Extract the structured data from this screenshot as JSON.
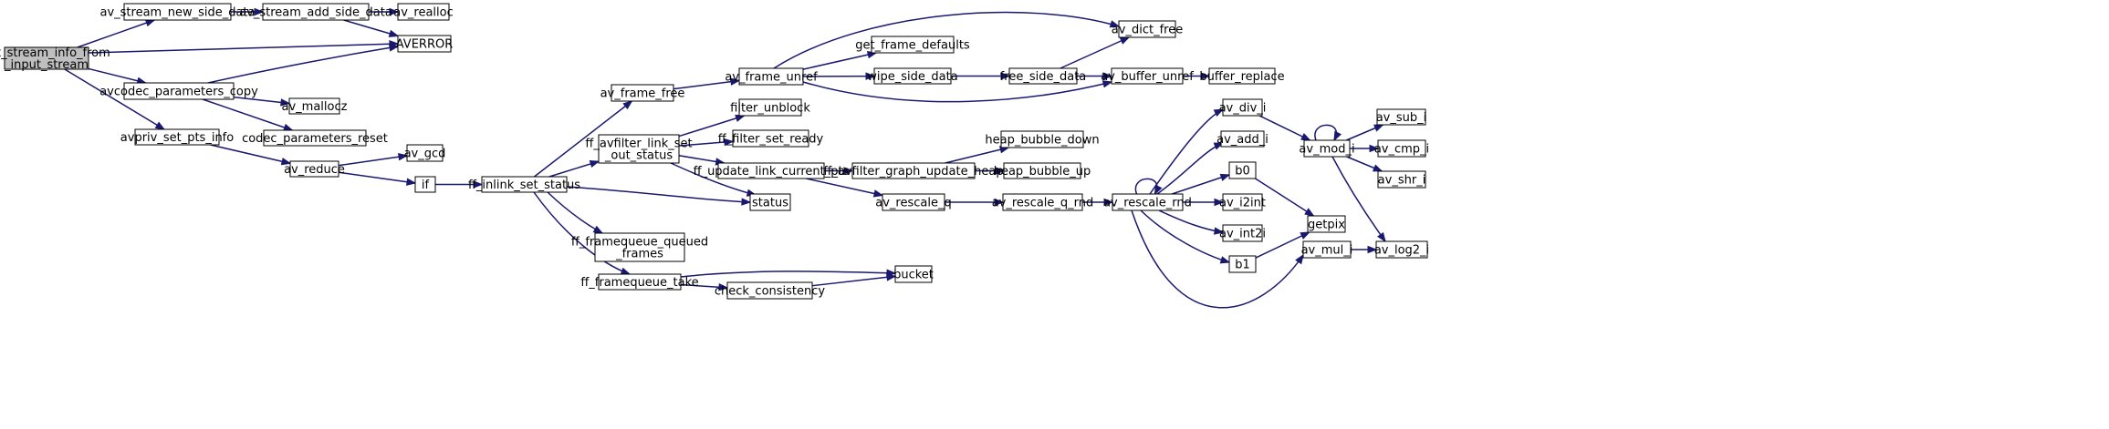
{
  "colors": {
    "edge": "#191970",
    "node_fill": "#ffffff",
    "root_fill": "#bfbfbf",
    "node_stroke": "#000000"
  },
  "nodes": [
    {
      "id": "set_stream_info",
      "lines": [
        "set_stream_info_from",
        "_input_stream"
      ],
      "root": true
    },
    {
      "id": "av_stream_new_side_data",
      "lines": [
        "av_stream_new_side_data"
      ]
    },
    {
      "id": "av_stream_add_side_data",
      "lines": [
        "av_stream_add_side_data"
      ]
    },
    {
      "id": "av_realloc",
      "lines": [
        "av_realloc"
      ]
    },
    {
      "id": "AVERROR",
      "lines": [
        "AVERROR"
      ]
    },
    {
      "id": "avcodec_parameters_copy",
      "lines": [
        "avcodec_parameters_copy"
      ]
    },
    {
      "id": "av_mallocz",
      "lines": [
        "av_mallocz"
      ]
    },
    {
      "id": "codec_parameters_reset",
      "lines": [
        "codec_parameters_reset"
      ]
    },
    {
      "id": "avpriv_set_pts_info",
      "lines": [
        "avpriv_set_pts_info"
      ]
    },
    {
      "id": "av_reduce",
      "lines": [
        "av_reduce"
      ]
    },
    {
      "id": "av_gcd",
      "lines": [
        "av_gcd"
      ]
    },
    {
      "id": "if",
      "lines": [
        "if"
      ]
    },
    {
      "id": "ff_inlink_set_status",
      "lines": [
        "ff_inlink_set_status"
      ]
    },
    {
      "id": "av_frame_free",
      "lines": [
        "av_frame_free"
      ]
    },
    {
      "id": "ff_avfilter_link_set_out_status",
      "lines": [
        "ff_avfilter_link_set",
        "_out_status"
      ]
    },
    {
      "id": "ff_framequeue_queued_frames",
      "lines": [
        "ff_framequeue_queued",
        "_frames"
      ]
    },
    {
      "id": "ff_framequeue_take",
      "lines": [
        "ff_framequeue_take"
      ]
    },
    {
      "id": "av_frame_unref",
      "lines": [
        "av_frame_unref"
      ]
    },
    {
      "id": "filter_unblock",
      "lines": [
        "filter_unblock"
      ]
    },
    {
      "id": "ff_filter_set_ready",
      "lines": [
        "ff_filter_set_ready"
      ]
    },
    {
      "id": "ff_update_link_current_pts",
      "lines": [
        "ff_update_link_current_pts"
      ]
    },
    {
      "id": "status",
      "lines": [
        "status"
      ]
    },
    {
      "id": "check_consistency",
      "lines": [
        "check_consistency"
      ]
    },
    {
      "id": "bucket",
      "lines": [
        "bucket"
      ]
    },
    {
      "id": "get_frame_defaults",
      "lines": [
        "get_frame_defaults"
      ]
    },
    {
      "id": "wipe_side_data",
      "lines": [
        "wipe_side_data"
      ]
    },
    {
      "id": "free_side_data",
      "lines": [
        "free_side_data"
      ]
    },
    {
      "id": "av_dict_free",
      "lines": [
        "av_dict_free"
      ]
    },
    {
      "id": "av_buffer_unref",
      "lines": [
        "av_buffer_unref"
      ]
    },
    {
      "id": "buffer_replace",
      "lines": [
        "buffer_replace"
      ]
    },
    {
      "id": "ff_avfilter_graph_update_heap",
      "lines": [
        "ff_avfilter_graph_update_heap"
      ]
    },
    {
      "id": "heap_bubble_down",
      "lines": [
        "heap_bubble_down"
      ]
    },
    {
      "id": "heap_bubble_up",
      "lines": [
        "heap_bubble_up"
      ]
    },
    {
      "id": "av_rescale_q",
      "lines": [
        "av_rescale_q"
      ]
    },
    {
      "id": "av_rescale_q_rnd",
      "lines": [
        "av_rescale_q_rnd"
      ]
    },
    {
      "id": "av_rescale_rnd",
      "lines": [
        "av_rescale_rnd"
      ]
    },
    {
      "id": "av_div_i",
      "lines": [
        "av_div_i"
      ]
    },
    {
      "id": "av_add_i",
      "lines": [
        "av_add_i"
      ]
    },
    {
      "id": "b0",
      "lines": [
        "b0"
      ]
    },
    {
      "id": "av_i2int",
      "lines": [
        "av_i2int"
      ]
    },
    {
      "id": "av_int2i",
      "lines": [
        "av_int2i"
      ]
    },
    {
      "id": "b1",
      "lines": [
        "b1"
      ]
    },
    {
      "id": "getpix",
      "lines": [
        "getpix"
      ]
    },
    {
      "id": "av_mod_i",
      "lines": [
        "av_mod_i"
      ]
    },
    {
      "id": "av_mul_i",
      "lines": [
        "av_mul_i"
      ]
    },
    {
      "id": "av_sub_i",
      "lines": [
        "av_sub_i"
      ]
    },
    {
      "id": "av_cmp_i",
      "lines": [
        "av_cmp_i"
      ]
    },
    {
      "id": "av_shr_i",
      "lines": [
        "av_shr_i"
      ]
    },
    {
      "id": "av_log2_i",
      "lines": [
        "av_log2_i"
      ]
    }
  ],
  "edges": [
    [
      "set_stream_info",
      "av_stream_new_side_data"
    ],
    [
      "set_stream_info",
      "AVERROR"
    ],
    [
      "set_stream_info",
      "avcodec_parameters_copy"
    ],
    [
      "set_stream_info",
      "avpriv_set_pts_info"
    ],
    [
      "av_stream_new_side_data",
      "av_stream_add_side_data"
    ],
    [
      "av_stream_add_side_data",
      "av_realloc"
    ],
    [
      "av_stream_add_side_data",
      "AVERROR"
    ],
    [
      "avcodec_parameters_copy",
      "AVERROR"
    ],
    [
      "avcodec_parameters_copy",
      "av_mallocz"
    ],
    [
      "avcodec_parameters_copy",
      "codec_parameters_reset"
    ],
    [
      "avpriv_set_pts_info",
      "av_reduce"
    ],
    [
      "av_reduce",
      "av_gcd"
    ],
    [
      "av_reduce",
      "if"
    ],
    [
      "if",
      "ff_inlink_set_status"
    ],
    [
      "ff_inlink_set_status",
      "av_frame_free"
    ],
    [
      "ff_inlink_set_status",
      "ff_avfilter_link_set_out_status"
    ],
    [
      "ff_inlink_set_status",
      "status"
    ],
    [
      "ff_inlink_set_status",
      "ff_framequeue_queued_frames"
    ],
    [
      "ff_inlink_set_status",
      "ff_framequeue_take"
    ],
    [
      "av_frame_free",
      "av_frame_unref"
    ],
    [
      "ff_avfilter_link_set_out_status",
      "filter_unblock"
    ],
    [
      "ff_avfilter_link_set_out_status",
      "ff_filter_set_ready"
    ],
    [
      "ff_avfilter_link_set_out_status",
      "ff_update_link_current_pts"
    ],
    [
      "ff_avfilter_link_set_out_status",
      "status"
    ],
    [
      "ff_framequeue_take",
      "bucket"
    ],
    [
      "ff_framequeue_take",
      "check_consistency"
    ],
    [
      "check_consistency",
      "bucket"
    ],
    [
      "av_frame_unref",
      "get_frame_defaults"
    ],
    [
      "av_frame_unref",
      "wipe_side_data"
    ],
    [
      "av_frame_unref",
      "av_dict_free"
    ],
    [
      "av_frame_unref",
      "av_buffer_unref"
    ],
    [
      "wipe_side_data",
      "free_side_data"
    ],
    [
      "free_side_data",
      "av_dict_free"
    ],
    [
      "free_side_data",
      "av_buffer_unref"
    ],
    [
      "av_buffer_unref",
      "buffer_replace"
    ],
    [
      "ff_update_link_current_pts",
      "ff_avfilter_graph_update_heap"
    ],
    [
      "ff_update_link_current_pts",
      "av_rescale_q"
    ],
    [
      "ff_avfilter_graph_update_heap",
      "heap_bubble_down"
    ],
    [
      "ff_avfilter_graph_update_heap",
      "heap_bubble_up"
    ],
    [
      "av_rescale_q",
      "av_rescale_q_rnd"
    ],
    [
      "av_rescale_q_rnd",
      "av_rescale_rnd"
    ],
    [
      "av_rescale_rnd",
      "av_rescale_rnd"
    ],
    [
      "av_rescale_rnd",
      "av_div_i"
    ],
    [
      "av_rescale_rnd",
      "av_add_i"
    ],
    [
      "av_rescale_rnd",
      "b0"
    ],
    [
      "av_rescale_rnd",
      "av_i2int"
    ],
    [
      "av_rescale_rnd",
      "av_int2i"
    ],
    [
      "av_rescale_rnd",
      "b1"
    ],
    [
      "av_rescale_rnd",
      "av_mul_i"
    ],
    [
      "b0",
      "getpix"
    ],
    [
      "b1",
      "getpix"
    ],
    [
      "av_div_i",
      "av_mod_i"
    ],
    [
      "av_mod_i",
      "av_mod_i"
    ],
    [
      "av_mod_i",
      "av_sub_i"
    ],
    [
      "av_mod_i",
      "av_cmp_i"
    ],
    [
      "av_mod_i",
      "av_shr_i"
    ],
    [
      "av_mod_i",
      "av_log2_i"
    ],
    [
      "av_mul_i",
      "av_log2_i"
    ]
  ]
}
